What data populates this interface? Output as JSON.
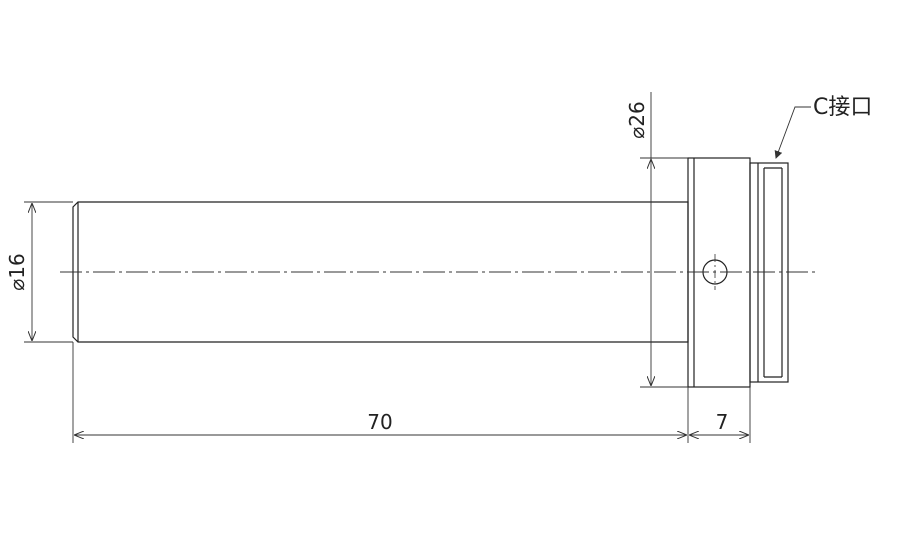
{
  "drawing": {
    "dimensions": {
      "shaft_diameter": "⌀16",
      "flange_diameter": "⌀26",
      "shaft_length": "70",
      "flange_length": "7"
    },
    "callout": {
      "label": "C接口"
    }
  },
  "colors": {
    "line": "#222222",
    "centerline": "#333333"
  }
}
